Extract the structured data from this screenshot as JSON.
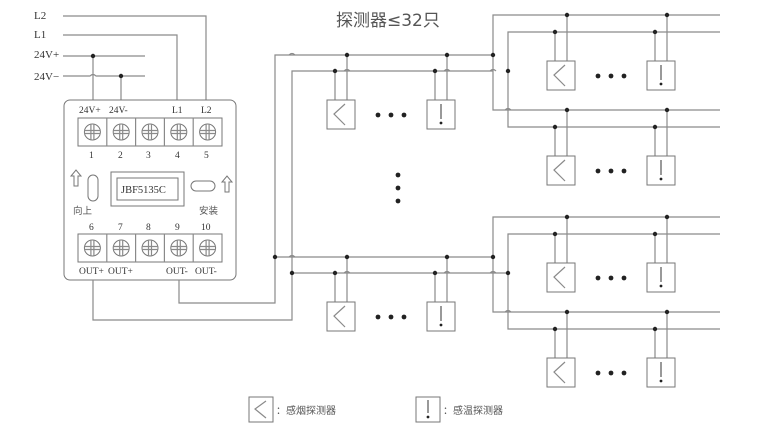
{
  "title": "探测器≤32只",
  "supply_lines": [
    "L2",
    "L1",
    "24V+",
    "24V−"
  ],
  "module": {
    "model": "JBF5135C",
    "top_terminal_labels": [
      "24V+",
      "24V-",
      "",
      "L1",
      "L2"
    ],
    "top_terminal_numbers": [
      "1",
      "2",
      "3",
      "4",
      "5"
    ],
    "bottom_terminal_numbers": [
      "6",
      "7",
      "8",
      "9",
      "10"
    ],
    "bottom_terminal_labels": [
      "OUT+",
      "OUT+",
      "",
      "OUT-",
      "OUT-"
    ],
    "left_note": "向上",
    "right_note": "安装"
  },
  "legend": [
    {
      "symbol": "smoke-detector",
      "label": "：感烟探测器"
    },
    {
      "symbol": "heat-detector",
      "label": "：感温探测器"
    }
  ]
}
